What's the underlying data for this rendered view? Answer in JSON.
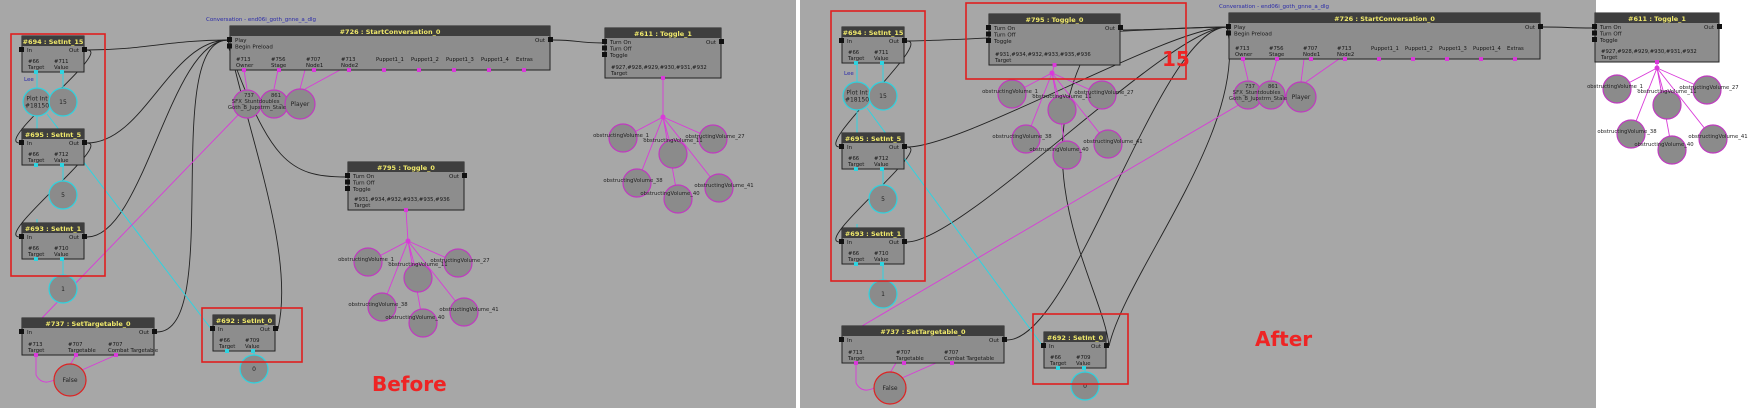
{
  "panels": {
    "before": {
      "label": "Before",
      "conversation_label": "Conversation - end06i_goth_gnne_a_dlg",
      "nodes": {
        "setint15": {
          "title": "#694 : SetInt_15",
          "in": "In",
          "out": "Out",
          "params": [
            "#66",
            "#711"
          ],
          "params2": [
            "Target",
            "Value"
          ]
        },
        "setint5": {
          "title": "#695 : SetInt_5",
          "in": "In",
          "out": "Out",
          "params": [
            "#66",
            "#712"
          ],
          "params2": [
            "Target",
            "Value"
          ]
        },
        "setint1": {
          "title": "#693 : SetInt_1",
          "in": "In",
          "out": "Out",
          "params": [
            "#66",
            "#710"
          ],
          "params2": [
            "Target",
            "Value"
          ]
        },
        "settargetable": {
          "title": "#737 : SetTargetable_0",
          "in": "In",
          "out": "Out",
          "params": [
            "#713",
            "#707",
            "#707"
          ],
          "params2": [
            "Target",
            "Targetable",
            "Combat Targetable"
          ]
        },
        "setint0": {
          "title": "#692 : SetInt_0",
          "in": "In",
          "out": "Out",
          "params": [
            "#66",
            "#709"
          ],
          "params2": [
            "Target",
            "Value"
          ]
        },
        "startconv": {
          "title": "#726 : StartConversation_0",
          "ins": [
            "Play",
            "Begin Preload"
          ],
          "out": "Out",
          "params": [
            "#713",
            "#756",
            "#707",
            "#713",
            "Puppet1_1",
            "Puppet1_2",
            "Puppet1_3",
            "Puppet1_4",
            "Extras"
          ],
          "params2": [
            "Owner",
            "Stage",
            "Node1",
            "Node2",
            "",
            "",
            "",
            "",
            ""
          ]
        },
        "toggle1": {
          "title": "#611 : Toggle_1",
          "ins": [
            "Turn On",
            "Turn Off",
            "Toggle"
          ],
          "out": "Out",
          "param": "#927,#928,#929,#930,#931,#932",
          "param2": "Target"
        },
        "toggle0": {
          "title": "#795 : Toggle_0",
          "ins": [
            "Turn On",
            "Turn Off",
            "Toggle"
          ],
          "out": "Out",
          "param": "#931,#934,#932,#933,#935,#936",
          "param2": "Target"
        }
      },
      "circles": {
        "lee_text": "Lee",
        "plot_int": [
          "Plot Int",
          "#18150"
        ],
        "c_15": "15",
        "c_5": "5",
        "c_1": "1",
        "c_0": "0",
        "false": "False",
        "stage_a": [
          "737",
          "SFX_Stuntdoubles_",
          "Goth_B_Jupstrm_Stale"
        ],
        "stage_b": "861",
        "player": "Player"
      },
      "vol_labels": [
        "obstructingVolume_1",
        "obstructingVolume_11",
        "obstructingVolume_27",
        "obstructingVolume_38",
        "obstructingVolume_40",
        "obstructingVolume_41"
      ]
    },
    "after": {
      "label": "After",
      "count_label": "15",
      "conversation_label": "Conversation - end06i_goth_gnne_a_dlg",
      "nodes": {
        "setint15": {
          "title": "#694 : SetInt_15",
          "in": "In",
          "out": "Out",
          "params": [
            "#66",
            "#711"
          ],
          "params2": [
            "Target",
            "Value"
          ]
        },
        "setint5": {
          "title": "#695 : SetInt_5",
          "in": "In",
          "out": "Out",
          "params": [
            "#66",
            "#712"
          ],
          "params2": [
            "Target",
            "Value"
          ]
        },
        "setint1": {
          "title": "#693 : SetInt_1",
          "in": "In",
          "out": "Out",
          "params": [
            "#66",
            "#710"
          ],
          "params2": [
            "Target",
            "Value"
          ]
        },
        "settargetable": {
          "title": "#737 : SetTargetable_0",
          "in": "In",
          "out": "Out",
          "params": [
            "#713",
            "#707",
            "#707"
          ],
          "params2": [
            "Target",
            "Targetable",
            "Combat Targetable"
          ]
        },
        "setint0": {
          "title": "#692 : SetInt_0",
          "in": "In",
          "out": "Out",
          "params": [
            "#66",
            "#709"
          ],
          "params2": [
            "Target",
            "Value"
          ]
        },
        "startconv": {
          "title": "#726 : StartConversation_0",
          "ins": [
            "Play",
            "Begin Preload"
          ],
          "out": "Out",
          "params": [
            "#713",
            "#756",
            "#707",
            "#713",
            "Puppet1_1",
            "Puppet1_2",
            "Puppet1_3",
            "Puppet1_4",
            "Extras"
          ],
          "params2": [
            "Owner",
            "Stage",
            "Node1",
            "Node2",
            "",
            "",
            "",
            "",
            ""
          ]
        },
        "toggle1": {
          "title": "#611 : Toggle_1",
          "ins": [
            "Turn On",
            "Turn Off",
            "Toggle"
          ],
          "out": "Out",
          "param": "#927,#928,#929,#930,#931,#932",
          "param2": "Target"
        },
        "toggle0": {
          "title": "#795 : Toggle_0",
          "ins": [
            "Turn On",
            "Turn Off",
            "Toggle"
          ],
          "out": "Out",
          "param": "#931,#934,#932,#933,#935,#936",
          "param2": "Target"
        }
      },
      "circles": {
        "lee_text": "Lee",
        "plot_int": [
          "Plot Int",
          "#18150"
        ],
        "c_15": "15",
        "c_5": "5",
        "c_1": "1",
        "c_0": "0",
        "false": "False",
        "stage_a": [
          "737",
          "SFX_Stuntdoubles_",
          "Goth_B_Jupstrm_Stale"
        ],
        "stage_b": "861",
        "player": "Player"
      },
      "vol_labels": [
        "obstructingVolume_1",
        "obstructingVolume_11",
        "obstructingVolume_27",
        "obstructingVolume_38",
        "obstructingVolume_40",
        "obstructingVolume_41"
      ]
    }
  },
  "colors": {
    "canvas": "#a7a7a7",
    "node_header": "#3e3e3e",
    "node_body": "#8d8d8d",
    "title_text": "#f1ea6c",
    "highlight": "#e01f1f",
    "link_black": "#222222",
    "link_cyan": "#2fd3e0",
    "link_magenta": "#d93ad9",
    "circle_fill": "#8b8b8b",
    "circle_stroke_var": "#c03ac0",
    "circle_stroke_false": "#dd2222"
  }
}
